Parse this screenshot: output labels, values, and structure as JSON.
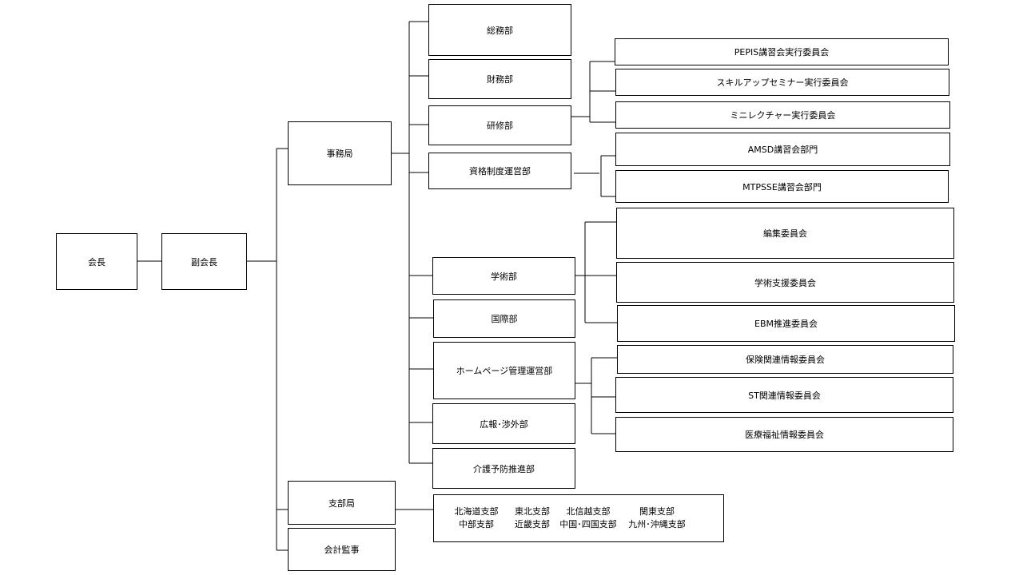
{
  "org_chart": {
    "president": "会長",
    "vice_president": "副会長",
    "secretariat": "事務局",
    "departments": {
      "general_affairs": "総務部",
      "finance": "財務部",
      "training": "研修部",
      "certification": "資格制度運営部",
      "academic": "学術部",
      "international": "国際部",
      "homepage": "ホームページ管理運営部",
      "pr": "広報･渉外部",
      "care_prevention": "介護予防推進部"
    },
    "committees": {
      "pepis": "PEPIS講習会実行委員会",
      "skillup": "スキルアップセミナー実行委員会",
      "minilecture": "ミニレクチャー実行委員会",
      "amsd": "AMSD講習会部門",
      "mtpsse": "MTPSSE講習会部門",
      "editorial": "編集委員会",
      "academic_support": "学術支援委員会",
      "ebm": "EBM推進委員会",
      "insurance": "保険関連情報委員会",
      "st": "ST関連情報委員会",
      "medical_welfare": "医療福祉情報委員会"
    },
    "branch_office": "支部局",
    "auditor": "会計監事",
    "branches": [
      "北海道支部",
      "東北支部",
      "北信越支部",
      "関東支部",
      "中部支部",
      "近畿支部",
      "中国･四国支部",
      "九州･沖縄支部"
    ]
  }
}
